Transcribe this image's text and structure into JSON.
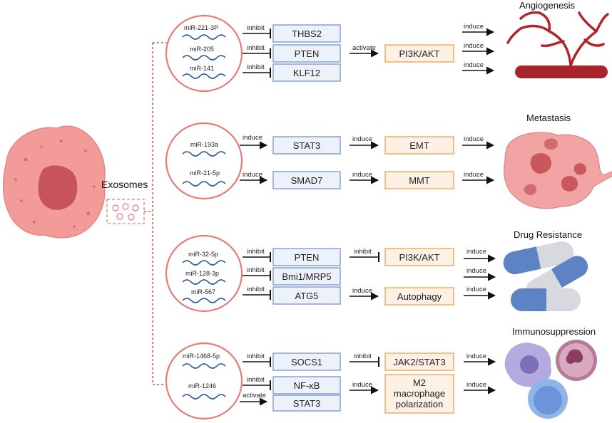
{
  "cell": {
    "label": "Exosomes"
  },
  "panels": [
    {
      "id": "angiogenesis",
      "title": "Angiogenesis",
      "mirnas": [
        "miR-221-3P",
        "miR-205",
        "miR-141"
      ],
      "rows": [
        {
          "verb": "inhibit",
          "target": "THBS2",
          "verb2": "",
          "pathway": "",
          "out": "induce"
        },
        {
          "verb": "inhibit",
          "target": "PTEN",
          "verb2": "activate",
          "pathway": "PI3K/AKT",
          "out": "induce"
        },
        {
          "verb": "inhibit",
          "target": "KLF12",
          "verb2": "",
          "pathway": "",
          "out": "induce"
        }
      ]
    },
    {
      "id": "metastasis",
      "title": "Metastasis",
      "mirnas": [
        "miR-193a",
        "miR-21-5p"
      ],
      "rows": [
        {
          "verb": "induce",
          "target": "STAT3",
          "verb2": "induce",
          "pathway": "EMT",
          "out": "induce"
        },
        {
          "verb": "induce",
          "target": "SMAD7",
          "verb2": "induce",
          "pathway": "MMT",
          "out": "induce"
        }
      ]
    },
    {
      "id": "drug-resistance",
      "title": "Drug Resistance",
      "mirnas": [
        "miR-32-5p",
        "miR-128-3p",
        "miR-567"
      ],
      "rows": [
        {
          "verb": "inhibit",
          "target": "PTEN",
          "verb2": "inhibit",
          "pathway": "PI3K/AKT",
          "out": "induce"
        },
        {
          "verb": "inhibit",
          "target": "Bmi1/MRP5",
          "verb2": "",
          "pathway": "",
          "out": "induce"
        },
        {
          "verb": "inhibit",
          "target": "ATG5",
          "verb2": "induce",
          "pathway": "Autophagy",
          "out": "induce"
        }
      ]
    },
    {
      "id": "immunosuppression",
      "title": "Immunosuppression",
      "mirnas": [
        "miR-1468-5p",
        "miR-1246"
      ],
      "rows": [
        {
          "verb": "inhibit",
          "target": "SOCS1",
          "verb2": "inhibit",
          "pathway": "JAK2/STAT3",
          "out": "induce"
        },
        {
          "verb": "inhibit",
          "target": "NF-κB",
          "verb2": "induce",
          "pathway": "",
          "out": "induce"
        },
        {
          "verb": "activate",
          "target": "STAT3",
          "verb2": "",
          "pathway": "",
          "out": ""
        }
      ],
      "polarization": [
        "M2",
        "macrophage",
        "polarization"
      ]
    }
  ],
  "colors": {
    "gene_fill": "#edf2fa",
    "gene_stroke": "#7f9bd0",
    "pathway_fill": "#fdf1e6",
    "pathway_stroke": "#f2a857",
    "circle_stroke": "#e87a78",
    "wave": "#2f5f9e",
    "cell": "#f29b99"
  }
}
